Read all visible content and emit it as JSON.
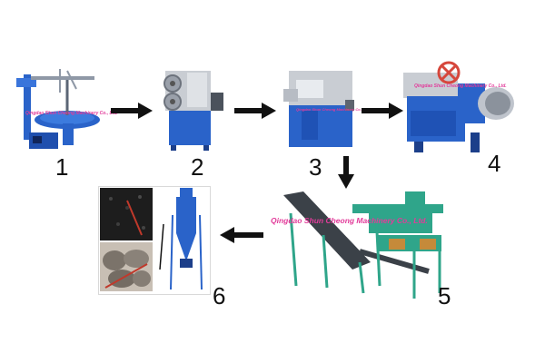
{
  "steps": [
    {
      "number": "1"
    },
    {
      "number": "2"
    },
    {
      "number": "3"
    },
    {
      "number": "4"
    },
    {
      "number": "5"
    },
    {
      "number": "6"
    }
  ],
  "watermark": "Qingdao Shun Cheong Machinery Co., Ltd.",
  "colors": {
    "machine_blue": "#2a63c9",
    "machine_dark": "#1c3f8a",
    "machine_grey": "#c9cdd3",
    "machine_green": "#2fa58a",
    "arrow": "#111111",
    "watermark": "#e23b9a"
  },
  "icons": [
    "right-arrow-icon",
    "down-arrow-icon",
    "left-arrow-icon"
  ]
}
